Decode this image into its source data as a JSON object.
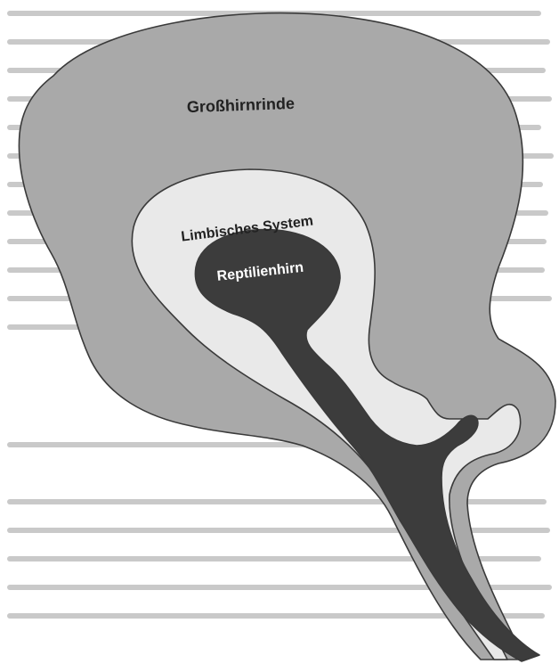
{
  "labels": {
    "cortex": "Großhirnrinde",
    "limbic": "Limbisches System",
    "reptilian": "Reptilienhirn"
  },
  "colors": {
    "page": "#ffffff",
    "background_text": "#c9c9c9",
    "cortex_fill": "#a9a9a9",
    "limbic_fill": "#e9e9e9",
    "reptilian_fill": "#3c3c3c",
    "outline": "#3a3a3a",
    "label_dark": "#222222",
    "label_light": "#ffffff"
  }
}
